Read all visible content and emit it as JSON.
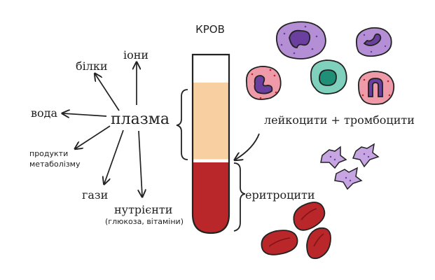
{
  "title": "КРОВ",
  "plasma": {
    "label": "плазма",
    "components": {
      "proteins": "білки",
      "ions": "іони",
      "water": "вода",
      "metabolites_line1": "продукти",
      "metabolites_line2": "метаболізму",
      "gases": "гази",
      "nutrients": "нутрієнти",
      "nutrients_note": "(глюкоза, вітаміни)"
    }
  },
  "leukocytes_platelets": "лейкоцити + тромбоцити",
  "erythrocytes": "еритроцити",
  "colors": {
    "plasma": "#f7cfa0",
    "blood": "#b9272a",
    "purple_cell": "#b48fd6",
    "pink_cell": "#ef9aa8",
    "teal_cell": "#7fd1bd",
    "nucleus_purple": "#6b3fa0",
    "platelet": "#c6a5e2"
  }
}
